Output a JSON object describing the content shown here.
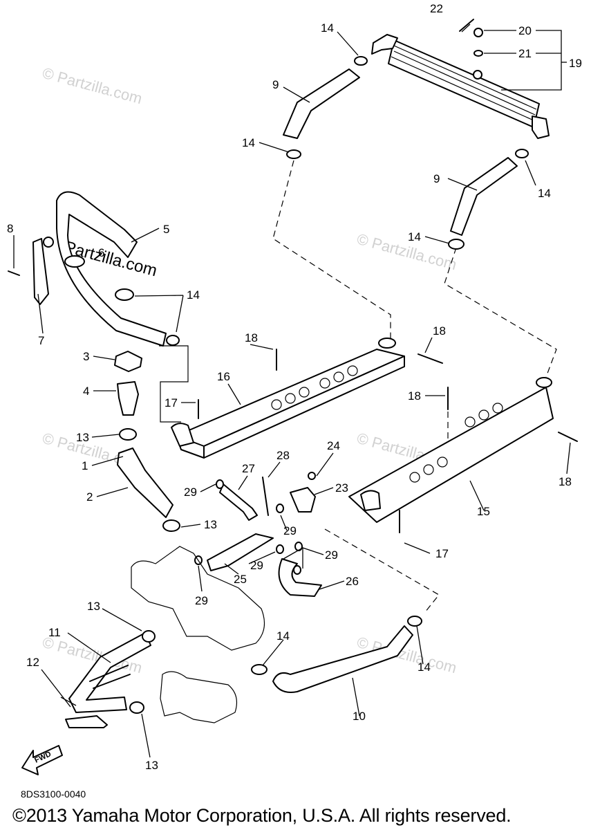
{
  "watermark": {
    "text": "© Partzilla.com",
    "center_text": "Partzilla.com"
  },
  "callouts": {
    "c1": "1",
    "c2": "2",
    "c3": "3",
    "c4": "4",
    "c5": "5",
    "c6": "6",
    "c7": "7",
    "c8": "8",
    "c9a": "9",
    "c9b": "9",
    "c10": "10",
    "c11": "11",
    "c12": "12",
    "c13a": "13",
    "c13b": "13",
    "c13c": "13",
    "c13d": "13",
    "c14a": "14",
    "c14b": "14",
    "c14c": "14",
    "c14d": "14",
    "c14e": "14",
    "c14f": "14",
    "c14g": "14",
    "c15": "15",
    "c16": "16",
    "c17a": "17",
    "c17b": "17",
    "c18a": "18",
    "c18b": "18",
    "c18c": "18",
    "c18d": "18",
    "c19": "19",
    "c20": "20",
    "c21": "21",
    "c22": "22",
    "c23": "23",
    "c24": "24",
    "c25": "25",
    "c26": "26",
    "c27": "27",
    "c28": "28",
    "c29a": "29",
    "c29b": "29",
    "c29c": "29",
    "c29d": "29",
    "c29e": "29"
  },
  "fwd_label": "FWD",
  "footer": {
    "part_code": "8DS3100-0040",
    "copyright": "©2013 Yamaha Motor Corporation, U.S.A. All rights reserved."
  }
}
